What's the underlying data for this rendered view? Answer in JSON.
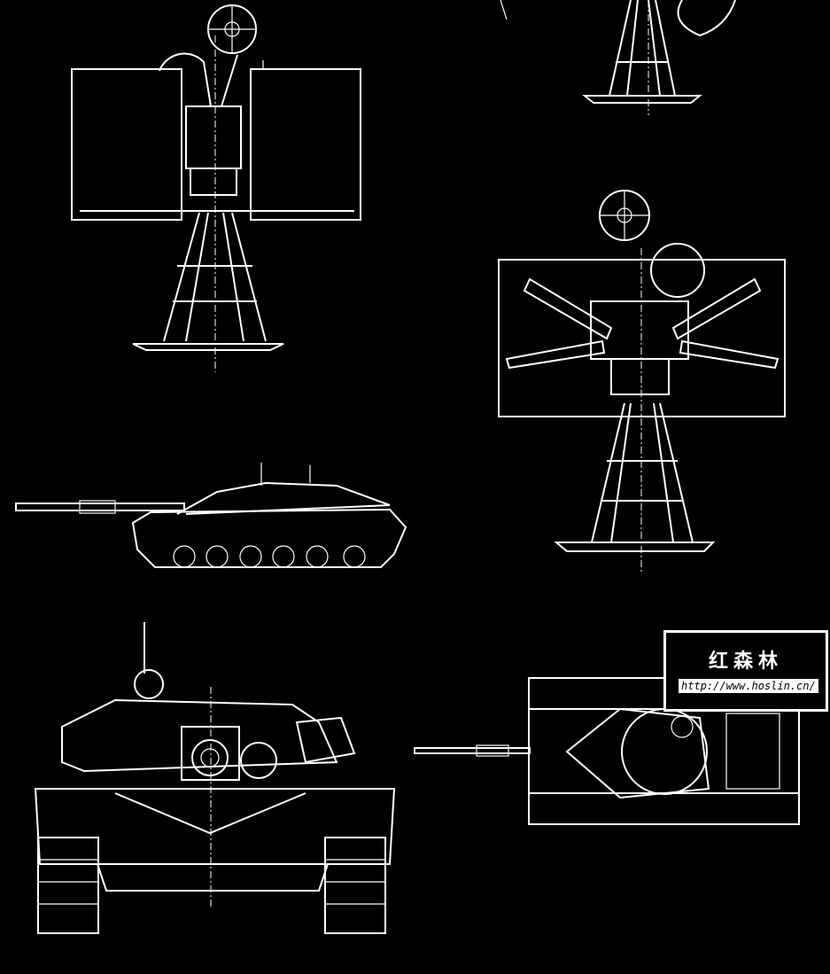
{
  "drawing": {
    "background": "#000000",
    "line_color": "#ffffff",
    "views": [
      "target-stand-front",
      "target-stand-partial",
      "target-stand-arms",
      "tank-side-view",
      "tank-front-view",
      "tank-top-view"
    ]
  },
  "watermark": {
    "title": "红森林",
    "url": "http://www.hoslin.cn/"
  }
}
